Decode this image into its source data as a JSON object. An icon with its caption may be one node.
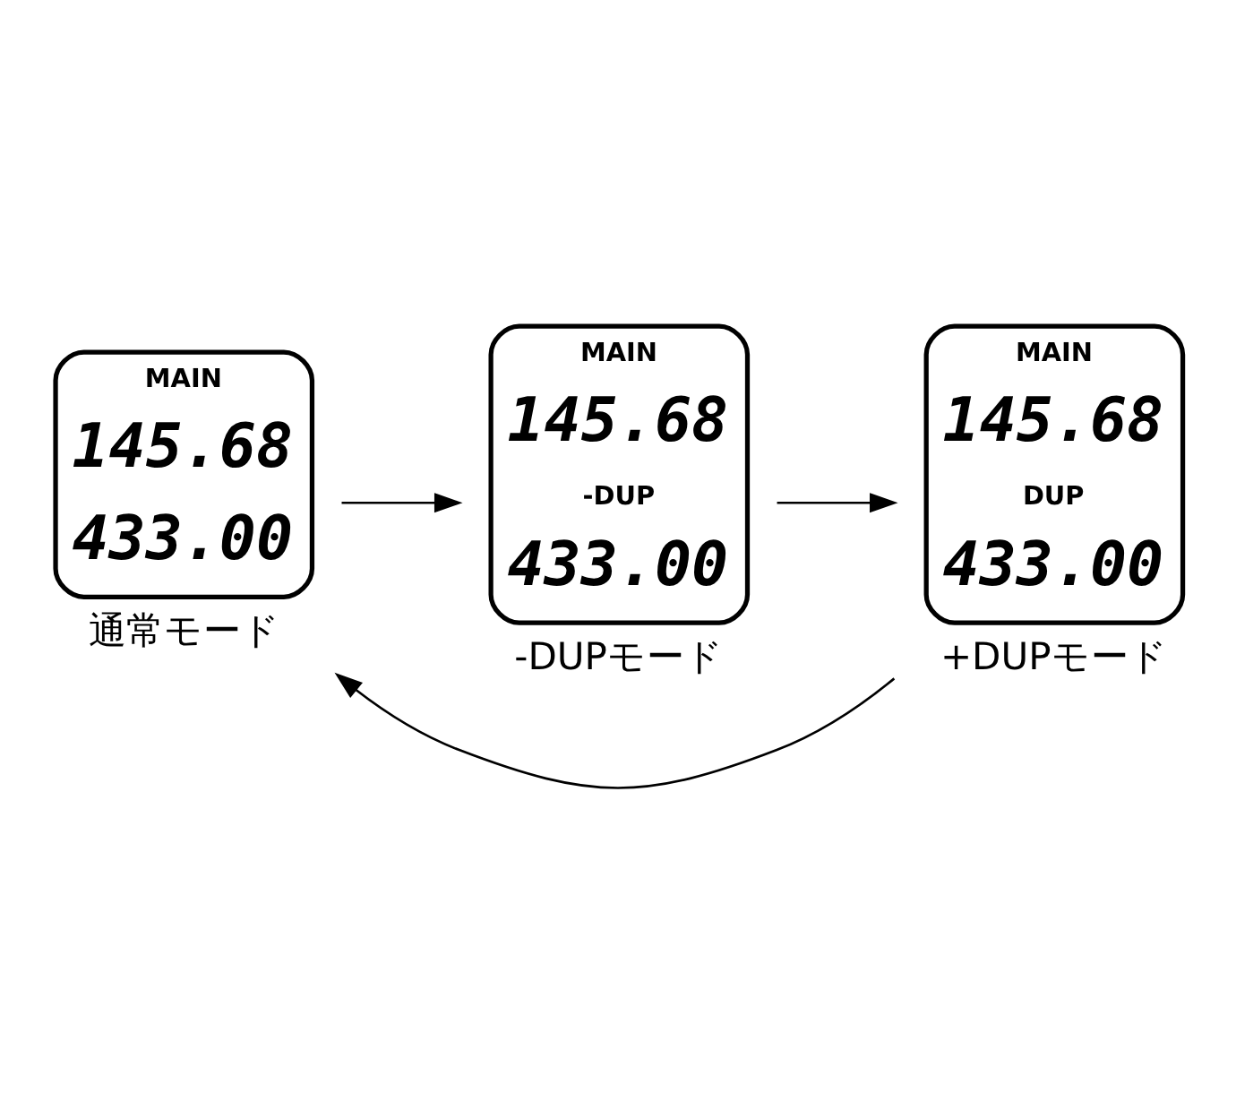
{
  "diagram": {
    "nodes": [
      {
        "text": [
          "MAIN",
          "145.68",
          "433.00"
        ],
        "beside": [
          "通常モード"
        ]
      },
      {
        "text": [
          "MAIN",
          "145.68",
          "-DUP",
          "433.00"
        ],
        "beside": [
          "-DUPモード"
        ]
      },
      {
        "text": [
          "MAIN",
          "145.68",
          "DUP",
          "433.00"
        ],
        "beside": [
          "+DUPモード"
        ]
      }
    ],
    "edges": [
      {
        "from": 0,
        "to": 1,
        "arrow": "to"
      },
      {
        "from": 1,
        "to": 2,
        "arrow": "to"
      },
      {
        "from": 2,
        "to": 0,
        "arrow": "to"
      }
    ]
  }
}
